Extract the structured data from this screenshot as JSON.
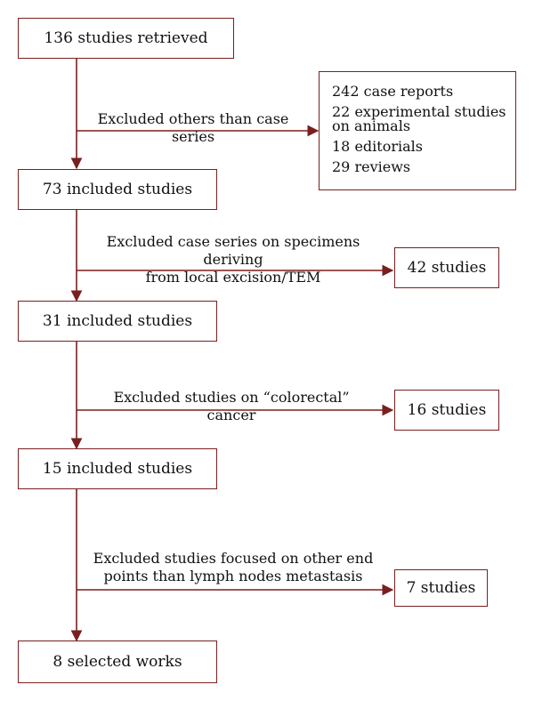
{
  "diagram": {
    "main_boxes": [
      "136 studies retrieved",
      "73 included studies",
      "31 included studies",
      "15 included studies",
      "8 selected works"
    ],
    "exclusions": [
      {
        "criterion": [
          "Excluded others than case series"
        ],
        "result": [
          "242 case reports",
          "22 experimental studies",
          "on animals",
          "18 editorials",
          "29 reviews"
        ]
      },
      {
        "criterion": [
          "Excluded case series on specimens deriving",
          "from local excision/TEM"
        ],
        "result": [
          "42 studies"
        ]
      },
      {
        "criterion": [
          "Excluded studies on “colorectal” cancer"
        ],
        "result": [
          "16 studies"
        ]
      },
      {
        "criterion": [
          "Excluded studies focused on other end",
          "points than lymph nodes metastasis"
        ],
        "result": [
          "7 studies"
        ]
      }
    ],
    "line_color": "#7a1f1f"
  }
}
